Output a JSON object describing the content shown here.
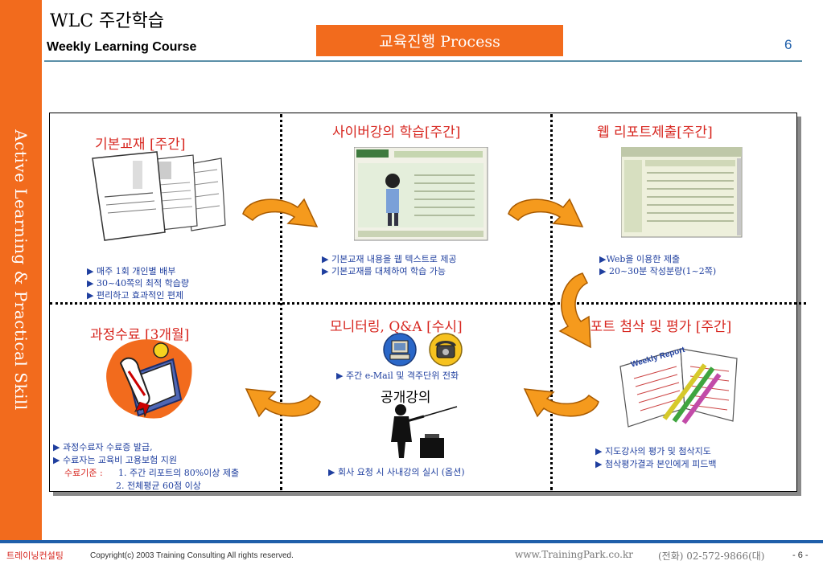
{
  "sidebar": {
    "text": "Active Learning & Practical Skill"
  },
  "header": {
    "title": "WLC 주간학습",
    "subtitle": "Weekly Learning Course",
    "box_label": "교육진행 Process",
    "page_number": "6"
  },
  "cells": {
    "textbook": {
      "title": "기본교재 [주간]",
      "bullets": [
        "▶ 매주 1회 개인별 배부",
        "▶ 30~40쪽의 최적 학습량",
        "▶ 편리하고 효과적인 편제"
      ]
    },
    "cyber": {
      "title": "사이버강의 학습[주간]",
      "bullets": [
        "▶ 기본교재 내용을 웹 텍스트로 제공",
        "▶ 기본교재를 대체하여 학습 가능"
      ]
    },
    "web_report": {
      "title": "웹 리포트제출[주간]",
      "bullets": [
        "▶Web을 이용한 제출",
        "▶ 20~30분 작성분량(1~2쪽)"
      ]
    },
    "completion": {
      "title": "과정수료 [3개월]",
      "bullets": [
        "▶ 과정수료자 수료증 발급,",
        "▶ 수료자는 교육비 고용보험 지원"
      ],
      "criteria_label": "수료기준 :",
      "criteria_1": "1. 주간 리포트의 80%이상 제출",
      "criteria_2": "2. 전체평균 60점 이상"
    },
    "monitoring": {
      "title": "모니터링, Q&A [수시]",
      "bullet_1": "▶ 주간 e-Mail 및 격주단위 전화",
      "lecture_title": "공개강의",
      "bullet_2": "▶ 회사 요청 시 사내강의 실시 (옵션)"
    },
    "review": {
      "title": "리포트 첨삭 및 평가 [주간]",
      "bullets": [
        "▶ 지도강사의 평가 및 첨삭지도",
        "▶ 첨삭평가결과 본인에게 피드백"
      ],
      "report_label": "Weekly Report"
    }
  },
  "footer": {
    "brand": "트레이닝컨설팅",
    "copyright": "Copyright(c) 2003 Training Consulting All rights reserved.",
    "url": "www.TrainingPark.co.kr",
    "tel": "(전화) 02-572-9866(대)",
    "page": "- 6 -"
  },
  "colors": {
    "accent": "#f26b1d",
    "text_red": "#d7261f",
    "text_blue": "#1f3f9f",
    "rule_blue": "#1f5faa"
  }
}
